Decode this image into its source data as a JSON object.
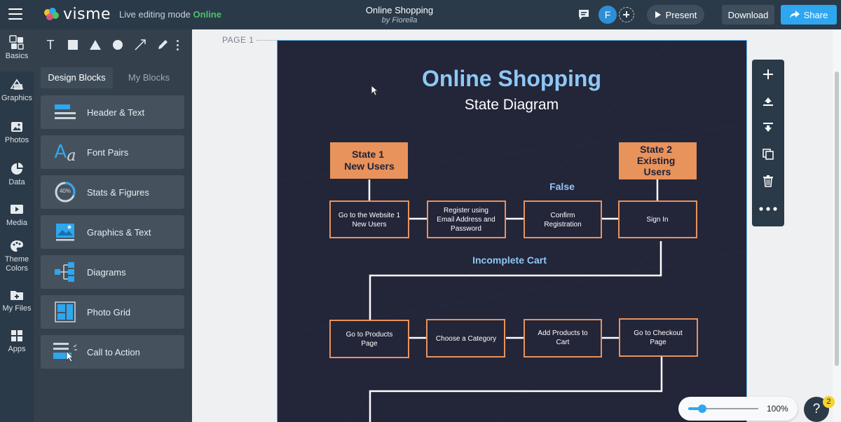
{
  "app": {
    "brand": "visme",
    "mode_text": "Live editing mode",
    "mode_status": "Online",
    "doc_title": "Online Shopping",
    "doc_author": "by Fiorella",
    "avatar_initial": "F",
    "present_label": "Present",
    "download_label": "Download",
    "share_label": "Share"
  },
  "iconbar": {
    "items": [
      {
        "label": "Basics",
        "icon": "basics-icon"
      },
      {
        "label": "Graphics",
        "icon": "graphics-icon"
      },
      {
        "label": "Photos",
        "icon": "photos-icon"
      },
      {
        "label": "Data",
        "icon": "data-icon"
      },
      {
        "label": "Media",
        "icon": "media-icon"
      },
      {
        "label": "Theme Colors",
        "icon": "palette-icon"
      },
      {
        "label": "My Files",
        "icon": "my-files-icon"
      },
      {
        "label": "Apps",
        "icon": "apps-icon"
      }
    ]
  },
  "panel": {
    "tools": [
      "text-tool-icon",
      "rectangle-tool-icon",
      "triangle-tool-icon",
      "circle-tool-icon",
      "line-tool-icon",
      "pencil-tool-icon"
    ],
    "text_tool_glyph": "T",
    "tabs": [
      {
        "label": "Design Blocks"
      },
      {
        "label": "My Blocks"
      }
    ],
    "blocks": [
      {
        "label": "Header & Text",
        "icon": "header-text-icon"
      },
      {
        "label": "Font Pairs",
        "icon": "font-pairs-icon"
      },
      {
        "label": "Stats & Figures",
        "icon": "stats-figures-icon",
        "badge": "40%"
      },
      {
        "label": "Graphics & Text",
        "icon": "graphics-text-icon"
      },
      {
        "label": "Diagrams",
        "icon": "diagrams-icon"
      },
      {
        "label": "Photo Grid",
        "icon": "photo-grid-icon"
      },
      {
        "label": "Call to Action",
        "icon": "call-to-action-icon"
      }
    ],
    "font_pairs_glyph_a": "A",
    "font_pairs_glyph_b": "a"
  },
  "canvas": {
    "page_label": "PAGE 1",
    "zoom_label": "100%",
    "zoom_level": 0.2,
    "help_glyph": "?",
    "help_badge": "2"
  },
  "diagram": {
    "title": "Online Shopping",
    "subtitle": "State Diagram",
    "state1": [
      "State 1",
      "New Users"
    ],
    "state2": [
      "State 2",
      "Existing",
      "Users"
    ],
    "false_label": "False",
    "incomplete_label": "Incomplete Cart",
    "row1": [
      [
        "Go to the Website 1",
        "New Users"
      ],
      [
        "Register using",
        "Email Address and",
        "Password"
      ],
      [
        "Confirm",
        "Registration"
      ],
      [
        "Sign In"
      ]
    ],
    "row2": [
      [
        "Go to Products",
        "Page"
      ],
      [
        "Choose a Category"
      ],
      [
        "Add Products to",
        "Cart"
      ],
      [
        "Go to Checkout",
        "Page"
      ]
    ]
  },
  "colors": {
    "accent": "#2ea7f0",
    "page_bg": "#232539",
    "state_fill": "#e8925c",
    "box_stroke": "#e8925c",
    "title_color": "#8ec8f5",
    "online": "#4cc36a"
  }
}
